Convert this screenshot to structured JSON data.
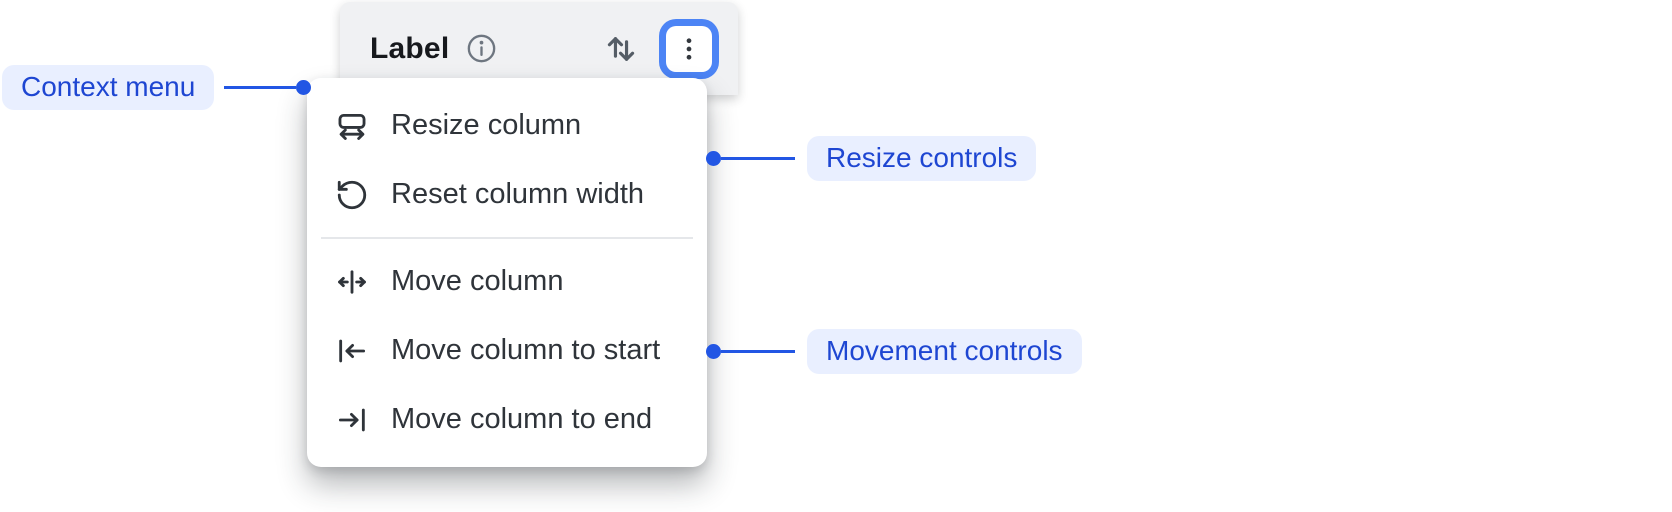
{
  "header": {
    "label": "Label",
    "icons": [
      "info-icon",
      "sort-icon",
      "more-vertical-icon"
    ]
  },
  "menu": {
    "resize_group": [
      {
        "icon": "resize-column-icon",
        "label": "Resize column"
      },
      {
        "icon": "reset-column-width-icon",
        "label": "Reset column width"
      }
    ],
    "movement_group": [
      {
        "icon": "move-column-icon",
        "label": "Move column"
      },
      {
        "icon": "move-column-start-icon",
        "label": "Move column to start"
      },
      {
        "icon": "move-column-end-icon",
        "label": "Move column to end"
      }
    ]
  },
  "annotations": {
    "context_menu": {
      "label": "Context menu"
    },
    "resize_controls": {
      "label": "Resize controls"
    },
    "movement_controls": {
      "label": "Movement controls"
    }
  },
  "colors": {
    "annotation_text": "#1e46d2",
    "annotation_pill_bg": "#e9efff",
    "connector_blue": "#2256e4",
    "focus_ring_blue": "#4c84f5",
    "header_bg": "#f0f1f3",
    "menu_bg": "#ffffff",
    "menu_text": "#2f343a",
    "icon_gray": "#6e7680"
  }
}
